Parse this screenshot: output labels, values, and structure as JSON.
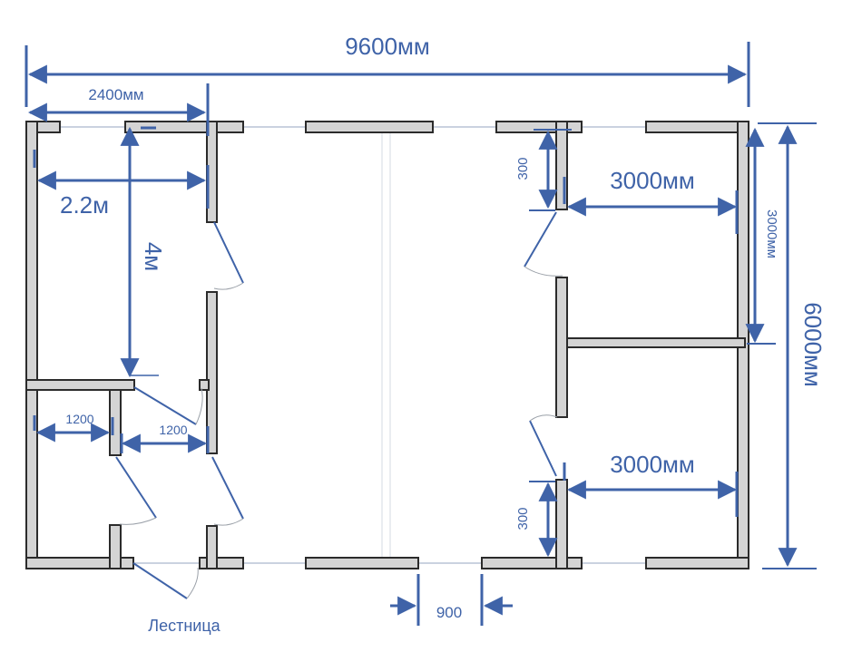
{
  "labels": {
    "total_width": "9600мм",
    "left_block_width": "2400мм",
    "room_width": "2.2м",
    "room_length": "4м",
    "wc_width_a": "1200",
    "wc_width_b": "1200",
    "wall_offset_top": "300",
    "wall_offset_bottom": "300",
    "right_room_top_width": "3000мм",
    "right_room_bottom_width": "3000мм",
    "right_room_height": "3000мм",
    "total_height": "6000мм",
    "door_width": "900",
    "stairs": "Лестница"
  },
  "colors": {
    "dimension": "#3f63a8",
    "wall_fill": "#d4d4d4",
    "wall_stroke": "#2b2b2b",
    "window_line": "#b9c4d6"
  }
}
